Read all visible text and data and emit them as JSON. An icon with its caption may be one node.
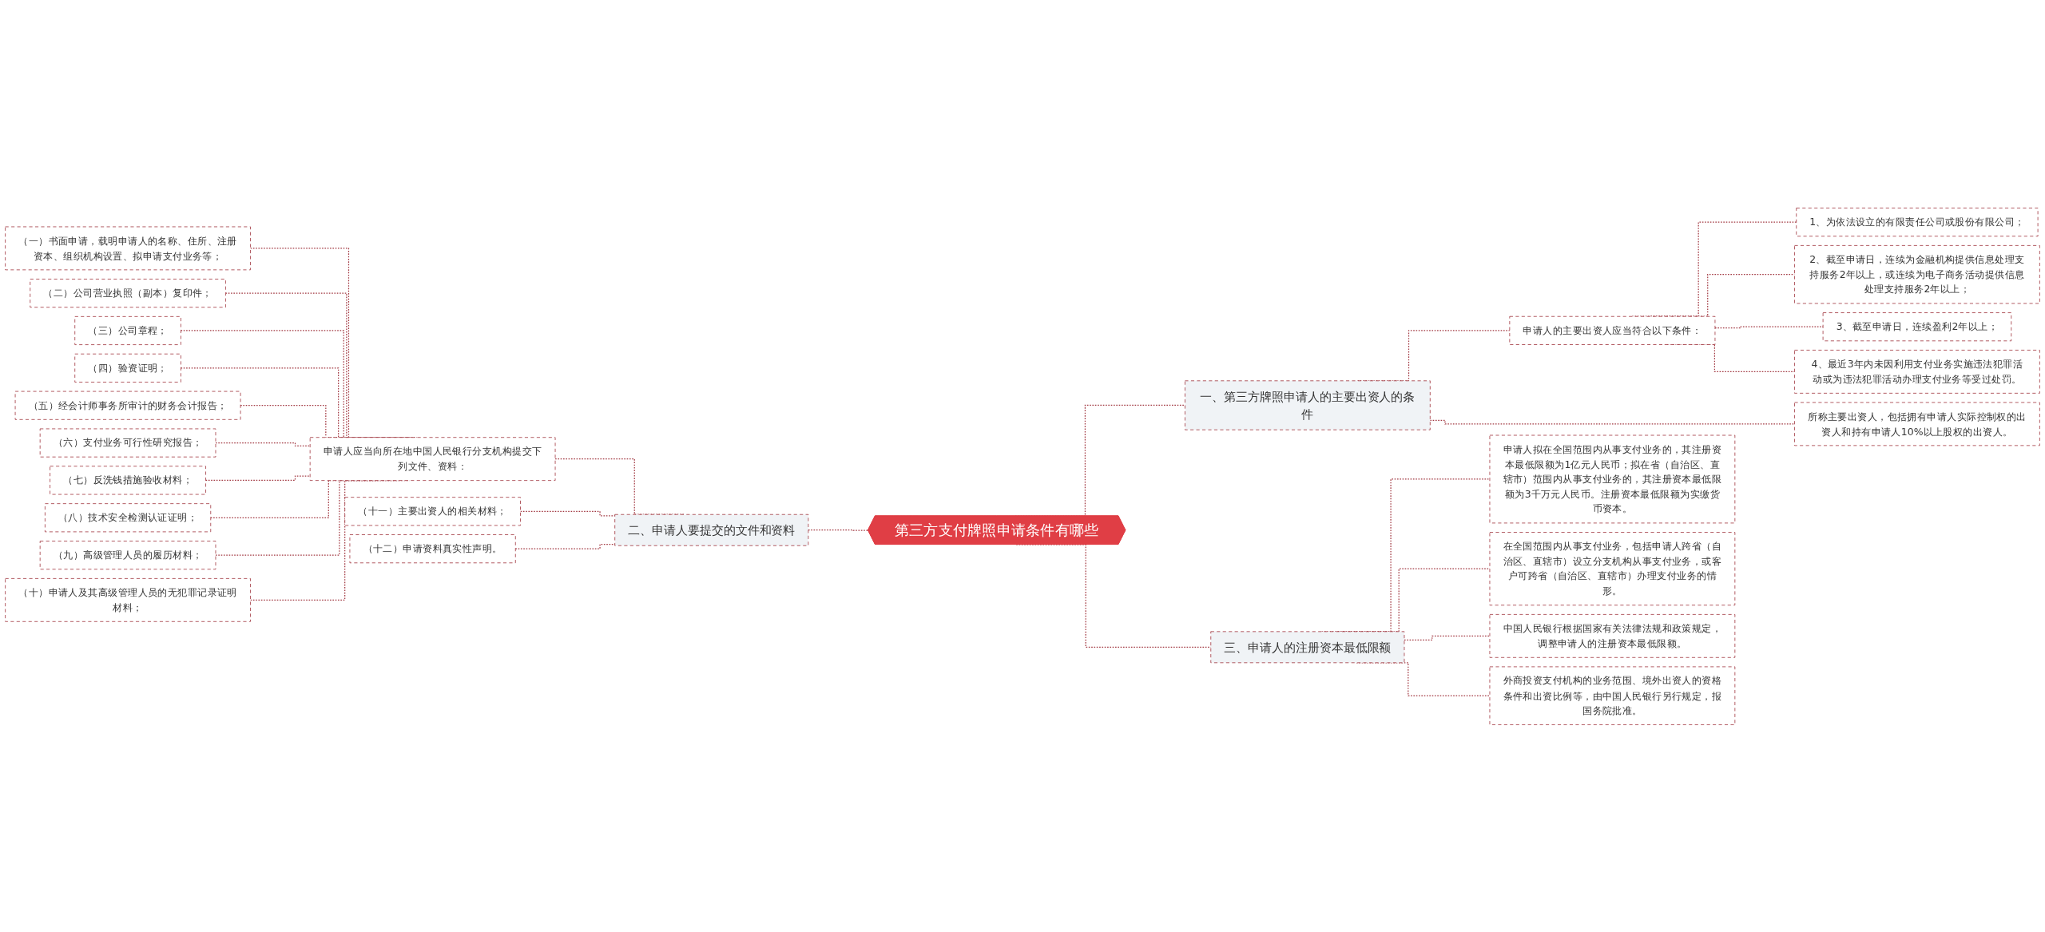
{
  "diagram": {
    "nodes": [
      {
        "text": [
          "第三方支付牌照申请条件有哪些"
        ]
      },
      {
        "text": [
          "一、第三方牌照申请人的主要出资人的条件"
        ]
      },
      {
        "text": [
          "申请人的主要出资人应当符合以下条件："
        ]
      },
      {
        "text": [
          "1、为依法设立的有限责任公司或股份有限公司；"
        ]
      },
      {
        "text": [
          "2、截至申请日，连续为金融机构提供信息处理支持服务2年以上，或连续为电子商务活动提供信息处理支持服务2年以上；"
        ]
      },
      {
        "text": [
          "3、截至申请日，连续盈利2年以上；"
        ]
      },
      {
        "text": [
          "4、最近3年内未因利用支付业务实施违法犯罪活动或为违法犯罪活动办理支付业务等受过处罚。"
        ]
      },
      {
        "text": [
          "所称主要出资人，包括拥有申请人实际控制权的出资人和持有申请人10%以上股权的出资人。"
        ]
      },
      {
        "text": [
          "二、申请人要提交的文件和资料"
        ]
      },
      {
        "text": [
          "申请人应当向所在地中国人民银行分支机构提交下列文件、资料："
        ]
      },
      {
        "text": [
          "（一）书面申请，载明申请人的名称、住所、注册资本、组织机构设置、拟申请支付业务等；"
        ]
      },
      {
        "text": [
          "（二）公司营业执照（副本）复印件；"
        ]
      },
      {
        "text": [
          "（三）公司章程；"
        ]
      },
      {
        "text": [
          "（四）验资证明；"
        ]
      },
      {
        "text": [
          "（五）经会计师事务所审计的财务会计报告；"
        ]
      },
      {
        "text": [
          "（六）支付业务可行性研究报告；"
        ]
      },
      {
        "text": [
          "（七）反洗钱措施验收材料；"
        ]
      },
      {
        "text": [
          "（八）技术安全检测认证证明；"
        ]
      },
      {
        "text": [
          "（九）高级管理人员的履历材料；"
        ]
      },
      {
        "text": [
          "（十）申请人及其高级管理人员的无犯罪记录证明材料；"
        ]
      },
      {
        "text": [
          "（十一）主要出资人的相关材料；"
        ]
      },
      {
        "text": [
          "（十二）申请资料真实性声明。"
        ]
      },
      {
        "text": [
          "三、申请人的注册资本最低限额"
        ]
      },
      {
        "text": [
          "申请人拟在全国范围内从事支付业务的，其注册资本最低限额为1亿元人民币；拟在省（自治区、直辖市）范围内从事支付业务的，其注册资本最低限额为3千万元人民币。注册资本最低限额为实缴货币资本。"
        ]
      },
      {
        "text": [
          "在全国范围内从事支付业务，包括申请人跨省（自治区、直辖市）设立分支机构从事支付业务，或客户可跨省（自治区、直辖市）办理支付业务的情形。"
        ]
      },
      {
        "text": [
          "中国人民银行根据国家有关法律法规和政策规定，调整申请人的注册资本最低限额。"
        ]
      },
      {
        "text": [
          "外商投资支付机构的业务范围、境外出资人的资格条件和出资比例等，由中国人民银行另行规定，报国务院批准。"
        ]
      }
    ],
    "edges": [
      {
        "from": 0,
        "to": 1,
        "arrow": "none",
        "style": "dashed"
      },
      {
        "from": 1,
        "to": 2,
        "arrow": "none",
        "style": "dashed"
      },
      {
        "from": 2,
        "to": 3,
        "arrow": "none",
        "style": "dashed"
      },
      {
        "from": 2,
        "to": 4,
        "arrow": "none",
        "style": "dashed"
      },
      {
        "from": 2,
        "to": 5,
        "arrow": "none",
        "style": "dashed"
      },
      {
        "from": 2,
        "to": 6,
        "arrow": "none",
        "style": "dashed"
      },
      {
        "from": 1,
        "to": 7,
        "arrow": "none",
        "style": "dashed"
      },
      {
        "from": 0,
        "to": 8,
        "arrow": "none",
        "style": "dashed"
      },
      {
        "from": 8,
        "to": 9,
        "arrow": "none",
        "style": "dashed"
      },
      {
        "from": 9,
        "to": 10,
        "arrow": "none",
        "style": "dashed"
      },
      {
        "from": 9,
        "to": 11,
        "arrow": "none",
        "style": "dashed"
      },
      {
        "from": 9,
        "to": 12,
        "arrow": "none",
        "style": "dashed"
      },
      {
        "from": 9,
        "to": 13,
        "arrow": "none",
        "style": "dashed"
      },
      {
        "from": 9,
        "to": 14,
        "arrow": "none",
        "style": "dashed"
      },
      {
        "from": 9,
        "to": 15,
        "arrow": "none",
        "style": "dashed"
      },
      {
        "from": 9,
        "to": 16,
        "arrow": "none",
        "style": "dashed"
      },
      {
        "from": 9,
        "to": 17,
        "arrow": "none",
        "style": "dashed"
      },
      {
        "from": 9,
        "to": 18,
        "arrow": "none",
        "style": "dashed"
      },
      {
        "from": 9,
        "to": 19,
        "arrow": "none",
        "style": "dashed"
      },
      {
        "from": 8,
        "to": 20,
        "arrow": "none",
        "style": "dashed"
      },
      {
        "from": 8,
        "to": 21,
        "arrow": "none",
        "style": "dashed"
      },
      {
        "from": 0,
        "to": 22,
        "arrow": "none",
        "style": "dashed"
      },
      {
        "from": 22,
        "to": 23,
        "arrow": "none",
        "style": "dashed"
      },
      {
        "from": 22,
        "to": 24,
        "arrow": "none",
        "style": "dashed"
      },
      {
        "from": 22,
        "to": 25,
        "arrow": "none",
        "style": "dashed"
      },
      {
        "from": 22,
        "to": 26,
        "arrow": "none",
        "style": "dashed"
      }
    ]
  }
}
